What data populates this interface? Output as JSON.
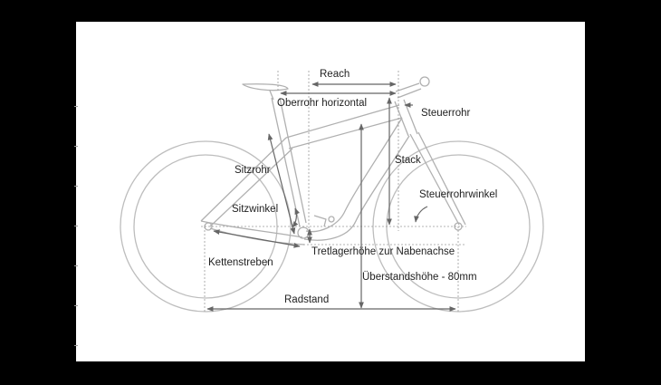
{
  "labels": {
    "reach": "Reach",
    "top_tube_horizontal": "Oberrohr horizontal",
    "head_tube": "Steuerrohr",
    "stack": "Stack",
    "seat_tube": "Sitzrohr",
    "head_tube_angle": "Steuerrohrwinkel",
    "seat_angle": "Sitzwinkel",
    "bb_height": "Tretlagerhöhe zur Nabenachse",
    "chainstays": "Kettenstreben",
    "standover": "Überstandshöhe - 80mm",
    "wheelbase": "Radstand"
  },
  "colors": {
    "background": "#000000",
    "panel": "#ffffff",
    "frame": "#b5b5b5",
    "dimension": "#666666",
    "text": "#222222"
  }
}
